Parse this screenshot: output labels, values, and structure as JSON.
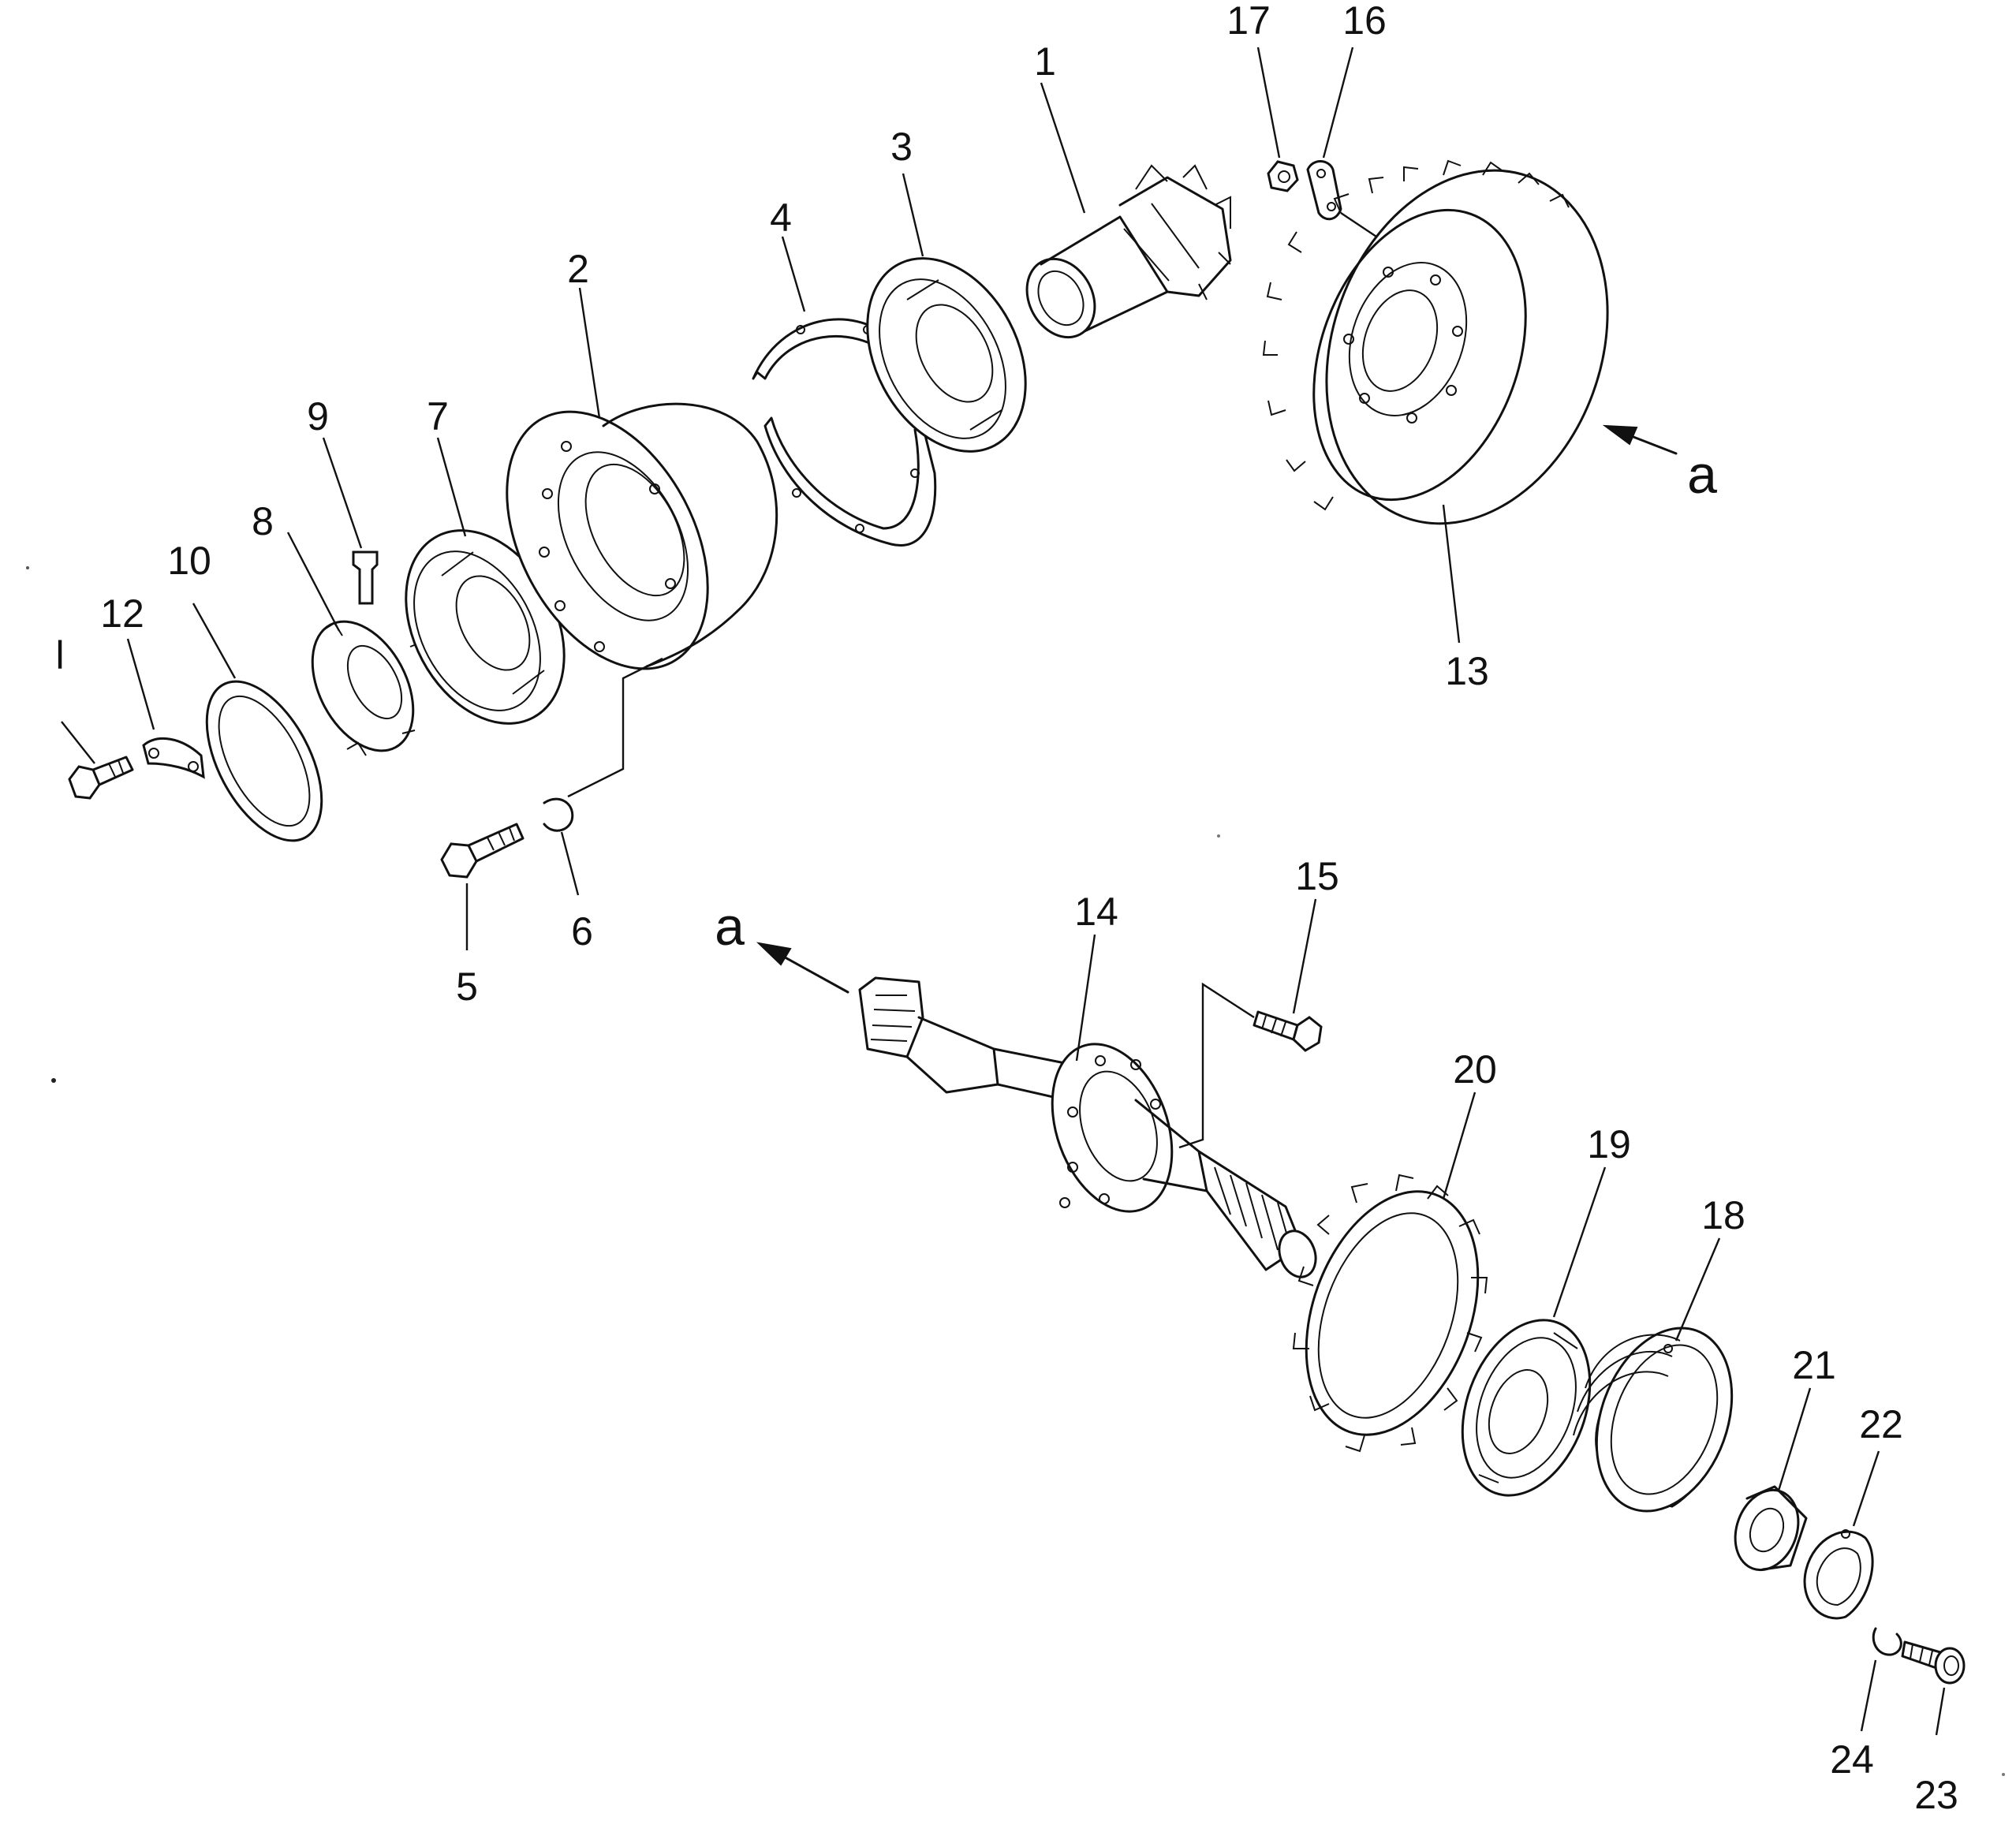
{
  "callouts": {
    "c1": "1",
    "c2": "2",
    "c3": "3",
    "c4": "4",
    "c5": "5",
    "c6": "6",
    "c7": "7",
    "c8": "8",
    "c9": "9",
    "c10": "10",
    "c11": "l",
    "c12": "12",
    "c13": "13",
    "c14": "14",
    "c15": "15",
    "c16": "16",
    "c17": "17",
    "c18": "18",
    "c19": "19",
    "c20": "20",
    "c21": "21",
    "c22": "22",
    "c23": "23",
    "c24": "24"
  },
  "view_markers": {
    "top": "a",
    "bottom": "a"
  }
}
